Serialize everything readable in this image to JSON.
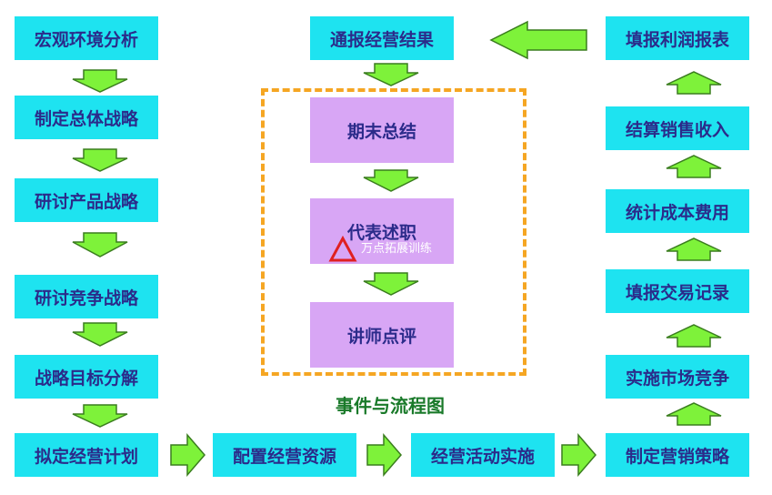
{
  "left_column": [
    "宏观环境分析",
    "制定总体战略",
    "研讨产品战略",
    "研讨竞争战略",
    "战略目标分解",
    "拟定经营计划"
  ],
  "bottom_row": [
    "配置经营资源",
    "经营活动实施",
    "制定营销策略"
  ],
  "right_column": [
    "实施市场竞争",
    "填报交易记录",
    "统计成本费用",
    "结算销售收入",
    "填报利润报表"
  ],
  "top_center": "通报经营结果",
  "event_group": [
    "期末总结",
    "代表述职",
    "讲师点评"
  ],
  "caption": "事件与流程图",
  "watermark": "万点拓展训练",
  "colors": {
    "cyan": "#1ee3f0",
    "violet": "#d8a6f5",
    "arrow_fill": "#7ef23a",
    "arrow_stroke": "#3a7d1e",
    "dash": "#f5a623",
    "caption": "#1a7a2a",
    "text": "#2b2b8a"
  }
}
